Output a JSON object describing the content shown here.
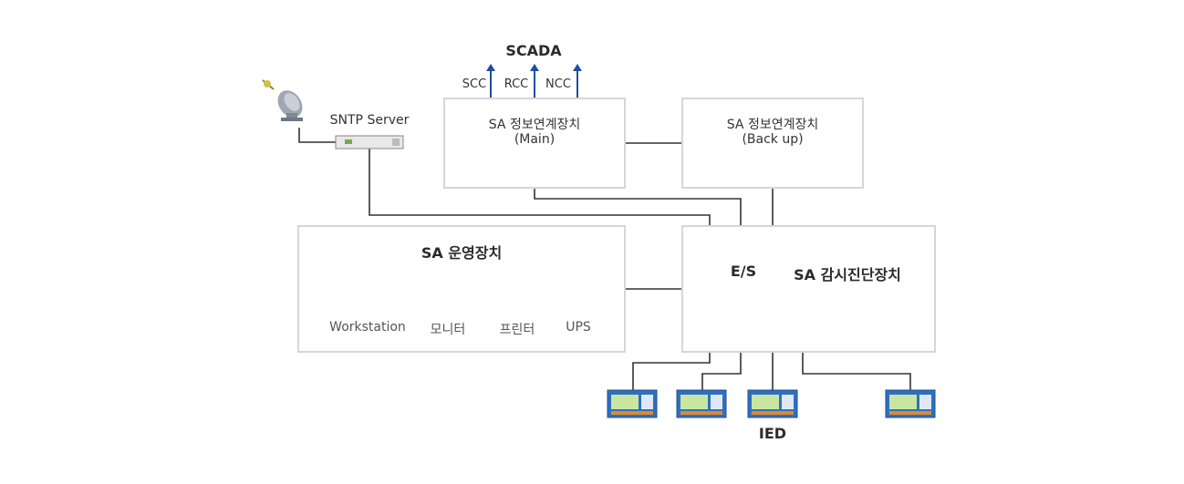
{
  "scada": {
    "title": "SCADA",
    "centers": [
      "SCC",
      "RCC",
      "NCC"
    ]
  },
  "sntp": {
    "label": "SNTP Server"
  },
  "sa_link_main": {
    "title": "SA 정보연계장치",
    "subtitle": "(Main)"
  },
  "sa_link_backup": {
    "title": "SA 정보연계장치",
    "subtitle": "(Back up)"
  },
  "sa_operation": {
    "title": "SA 운영장치",
    "devices": [
      "Workstation",
      "모니터",
      "프린터",
      "UPS"
    ]
  },
  "switch_box": {
    "es_label": "E/S",
    "monitor_label": "SA 감시진단장치"
  },
  "ied": {
    "label": "IED"
  },
  "colors": {
    "line": "#333333",
    "arrow": "#1f4e9c",
    "box_border": "#d6d6d6",
    "ied_blue": "#2f6fc0",
    "ied_green": "#c8e6a0",
    "ied_orange": "#e08a2c"
  }
}
